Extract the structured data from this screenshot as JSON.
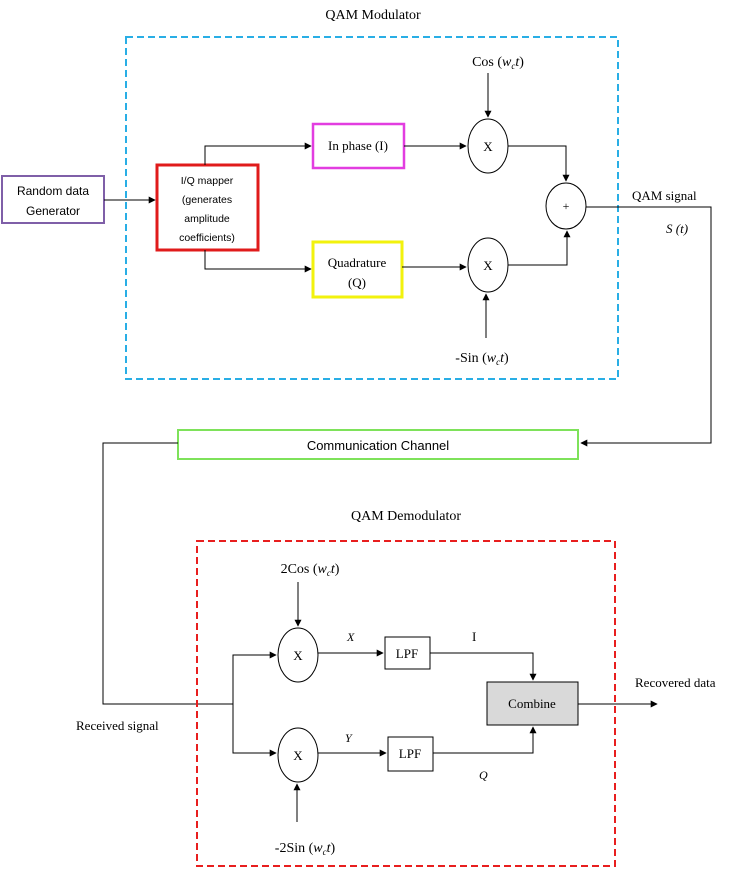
{
  "modulator": {
    "title": "QAM Modulator",
    "source_line1": "Random data",
    "source_line2": "Generator",
    "mapper_lines": [
      "I/Q mapper",
      "(generates",
      "amplitude",
      "coefficients)"
    ],
    "inphase_label": "In phase (I)",
    "quadrature_line1": "Quadrature",
    "quadrature_line2": "(Q)",
    "multiply_symbol": "X",
    "sum_symbol": "+",
    "cos_carrier": {
      "prefix": "Cos (",
      "w": "w",
      "sub": "c",
      "t": "t",
      "suffix": ")"
    },
    "sin_carrier": {
      "prefix": "-Sin (",
      "w": "w",
      "sub": "c",
      "t": "t",
      "suffix": ")"
    },
    "output_label": "QAM signal",
    "output_symbol": "S (t)"
  },
  "channel": {
    "label": "Communication Channel"
  },
  "demodulator": {
    "title": "QAM Demodulator",
    "input_label": "Received signal",
    "multiply_symbol": "X",
    "cos_carrier": {
      "prefix": "2Cos (",
      "w": "w",
      "sub": "c",
      "t": "t",
      "suffix": ")"
    },
    "sin_carrier": {
      "prefix": "-2Sin (",
      "w": "w",
      "sub": "c",
      "t": "t",
      "suffix": ")"
    },
    "x_label": "X",
    "y_label": "Y",
    "lpf_label": "LPF",
    "i_label": "I",
    "q_label": "Q",
    "combine_label": "Combine",
    "output_label": "Recovered data"
  },
  "colors": {
    "modulator_border": "#29aee5",
    "source_border": "#7f5fa8",
    "mapper_border": "#e01b1b",
    "inphase_border": "#e23de0",
    "quadrature_border": "#f2f20d",
    "channel_border": "#7ee25a",
    "demodulator_border": "#e81f1f",
    "combine_fill": "#d9d9d9"
  }
}
